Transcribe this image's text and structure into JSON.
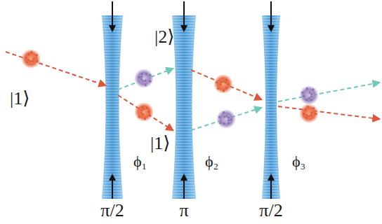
{
  "diagram": {
    "labels": [
      "|1⟩",
      "|2⟩",
      "|1⟩",
      "ϕ₁",
      "ϕ₂",
      "ϕ₃",
      "π/2",
      "π",
      "π/2"
    ]
  }
}
